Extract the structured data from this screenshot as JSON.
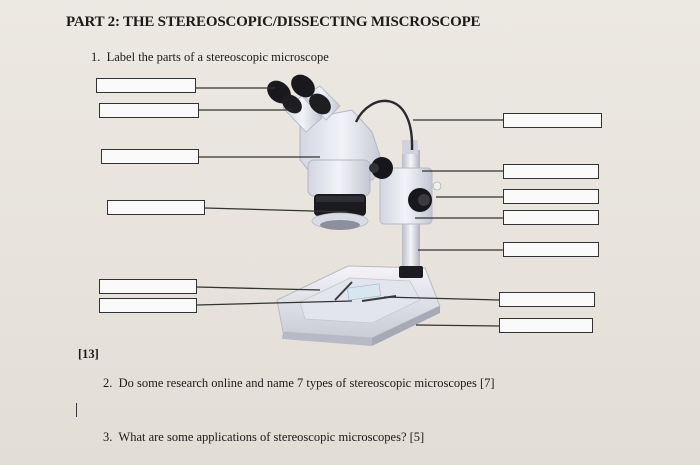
{
  "heading": "PART 2: THE STEREOSCOPIC/DISSECTING MISCROSCOPE",
  "questions": [
    {
      "num": "1.",
      "text": "Label the parts of a stereoscopic microscope"
    },
    {
      "num": "2.",
      "text": "Do some research online and name 7 types of stereoscopic microscopes [7]"
    },
    {
      "num": "3.",
      "text": "What are some applications of stereoscopic microscopes? [5]"
    }
  ],
  "marks_label": "[13]",
  "diagram": {
    "image_name": "stereoscopic-microscope-illustration",
    "label_boxes_left": 6,
    "label_boxes_right": 7,
    "label_box_values": [
      "",
      "",
      "",
      "",
      "",
      "",
      "",
      "",
      "",
      "",
      "",
      "",
      ""
    ],
    "colors": {
      "body": "#e9ebf2",
      "body_shadow": "#c9cbd6",
      "black_parts": "#1a1a1f",
      "cable": "#2a2a2e",
      "box_border": "#333333"
    }
  }
}
